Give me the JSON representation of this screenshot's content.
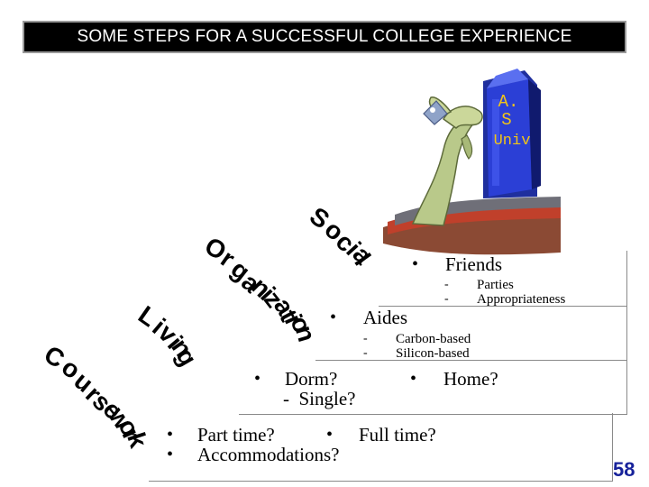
{
  "slide": {
    "title": "SOME STEPS FOR A SUCCESSFUL COLLEGE EXPERIENCE",
    "page_number": "58",
    "building_sign": [
      "A.",
      "S",
      "Univ"
    ],
    "arc_words": {
      "social": [
        "S",
        "o",
        "c",
        "i",
        "a",
        "l"
      ],
      "organization": [
        "O",
        "r",
        "g",
        "a",
        "n",
        "i",
        "z",
        "a",
        "t",
        "i",
        "o",
        "n"
      ],
      "living": [
        "L",
        "i",
        "v",
        "i",
        "n",
        "g"
      ],
      "coursework": [
        "C",
        "o",
        "u",
        "r",
        "s",
        "e",
        "w",
        "o",
        "r",
        "k"
      ]
    },
    "steps": {
      "social": {
        "bullet": "•",
        "item": "Friends",
        "dash": "-",
        "subs": [
          "Parties",
          "Appropriateness"
        ]
      },
      "organization": {
        "bullet": "•",
        "item": "Aides",
        "dash": "-",
        "subs": [
          "Carbon-based",
          "Silicon-based"
        ]
      },
      "living": {
        "bullet": "•",
        "item1": "Dorm?",
        "sub1": "-  Single?",
        "item2": "Home?"
      },
      "coursework": {
        "bullet": "•",
        "item1": "Part time?",
        "item2": "Full time?",
        "item3": "Accommodations?"
      }
    },
    "colors": {
      "title_bg": "#000000",
      "title_fg": "#ffffff",
      "page_number": "#17229a",
      "building": "#2b3fd6",
      "sign_text": "#f0c419",
      "rule": "#8a8a8a"
    }
  }
}
